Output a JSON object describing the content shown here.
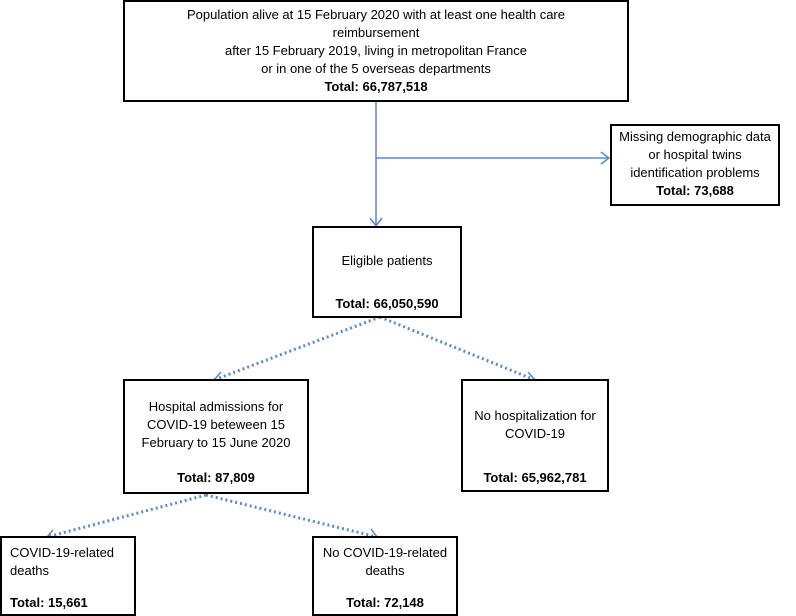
{
  "population": {
    "lines": [
      "Population alive at 15 February 2020 with at least one health care",
      "reimbursement",
      "after 15 February 2019, living in metropolitan France",
      "or in one of the 5 overseas departments"
    ],
    "total": "Total: 66,787,518"
  },
  "missing": {
    "lines": [
      "Missing demographic data",
      "or hospital twins",
      "identification problems"
    ],
    "total": "Total: 73,688"
  },
  "eligible": {
    "label": "Eligible patients",
    "total": "Total: 66,050,590"
  },
  "hospital": {
    "lines": [
      "Hospital admissions for",
      "COVID-19 beteween 15",
      "February to 15 June 2020"
    ],
    "total": "Total: 87,809"
  },
  "no_hosp": {
    "lines": [
      "No hospitalization for",
      "COVID-19"
    ],
    "total": "Total: 65,962,781"
  },
  "covid_deaths": {
    "lines": [
      "COVID-19-related",
      "deaths"
    ],
    "total": "Total: 15,661"
  },
  "no_covid_deaths": {
    "lines": [
      "No COVID-19-related",
      "deaths"
    ],
    "total": "Total: 72,148"
  },
  "colors": {
    "arrow": "#5b8bc9",
    "border": "#000000"
  }
}
